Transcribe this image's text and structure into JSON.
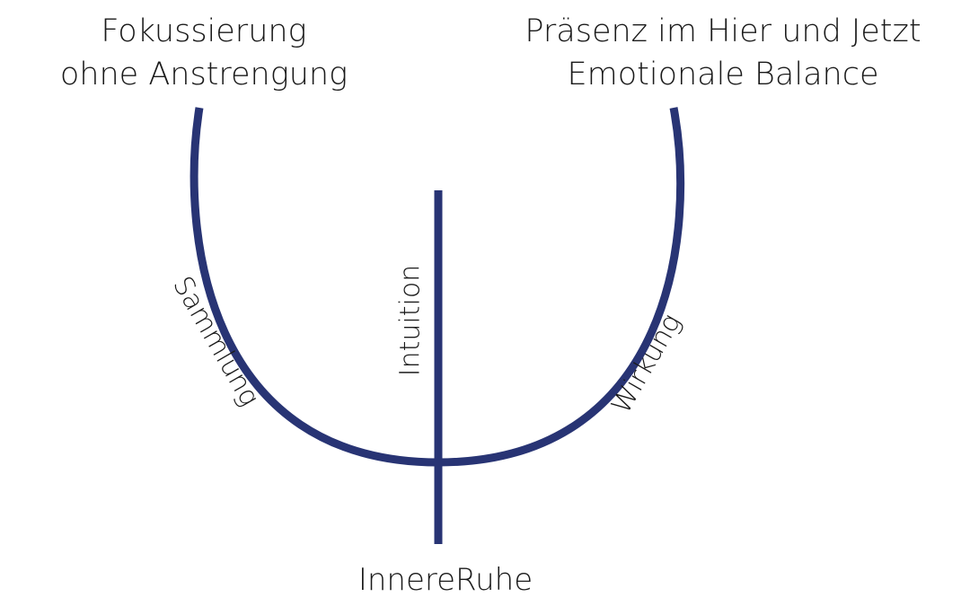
{
  "diagram": {
    "colors": {
      "stroke": "#283474",
      "text": "#1a1a1a",
      "background": "#ffffff"
    },
    "top_left": {
      "line1": "Fokussierung",
      "line2": "ohne Anstrengung"
    },
    "top_right": {
      "line1": "Präsenz im Hier und Jetzt",
      "line2": "Emotionale Balance"
    },
    "left_arc_label": "Sammlung",
    "right_arc_label": "Wirkung",
    "stem_label": "Intuition",
    "bottom_label": "InnereRuhe"
  }
}
